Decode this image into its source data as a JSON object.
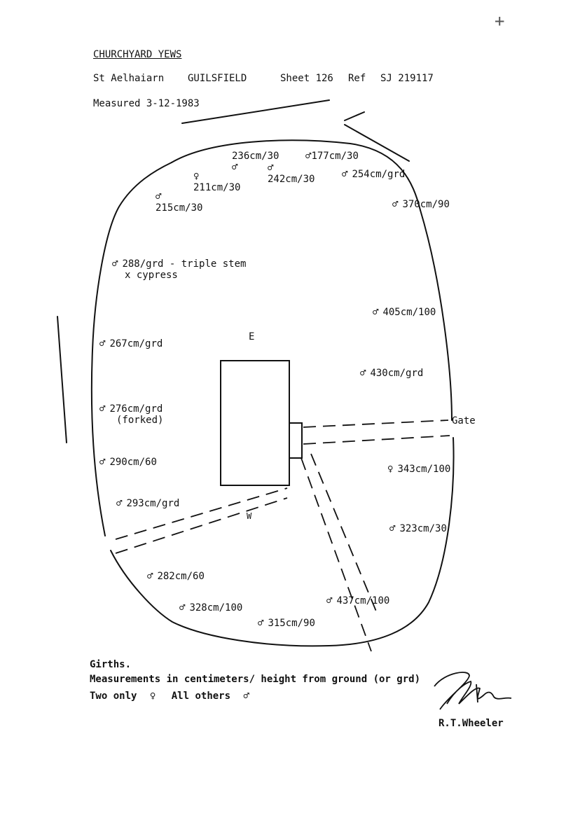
{
  "header": {
    "title": "CHURCHYARD YEWS",
    "church": "St Aelhaiarn",
    "parish": "GUILSFIELD",
    "sheet": "Sheet 126",
    "ref": "Ref",
    "grid_ref": "SJ 219117",
    "measured": "Measured 3-12-1983"
  },
  "symbols": {
    "male": "♂",
    "female": "♀"
  },
  "plan": {
    "labels": {
      "east": "E",
      "west": "W",
      "gate": "Gate"
    },
    "trees": [
      {
        "sex": "male",
        "text": "236cm/30"
      },
      {
        "sex": "male",
        "text": "177cm/30"
      },
      {
        "sex": "female",
        "text": "211cm/30"
      },
      {
        "sex": "male",
        "text": "242cm/30"
      },
      {
        "sex": "male",
        "text": "254cm/grd"
      },
      {
        "sex": "male",
        "text": "215cm/30"
      },
      {
        "sex": "male",
        "text": "370cm/90"
      },
      {
        "sex": "male",
        "text": "288/grd  - triple stem",
        "note": "x cypress"
      },
      {
        "sex": "male",
        "text": "405cm/100"
      },
      {
        "sex": "male",
        "text": "267cm/grd"
      },
      {
        "sex": "male",
        "text": "430cm/grd"
      },
      {
        "sex": "male",
        "text": "276cm/grd",
        "note": "(forked)"
      },
      {
        "sex": "male",
        "text": "290cm/60"
      },
      {
        "sex": "female",
        "text": "343cm/100"
      },
      {
        "sex": "male",
        "text": "293cm/grd"
      },
      {
        "sex": "male",
        "text": "323cm/30"
      },
      {
        "sex": "male",
        "text": "282cm/60"
      },
      {
        "sex": "male",
        "text": "437cm/100"
      },
      {
        "sex": "male",
        "text": "328cm/100"
      },
      {
        "sex": "male",
        "text": "315cm/90"
      }
    ]
  },
  "footer": {
    "heading": "Girths.",
    "line1": "Measurements in centimeters/ height from ground (or grd)",
    "line2_prefix": "Two only",
    "line2_middle": "All others",
    "signature_name": "R.T.Wheeler"
  },
  "marks": {
    "corner_mark": "+"
  }
}
